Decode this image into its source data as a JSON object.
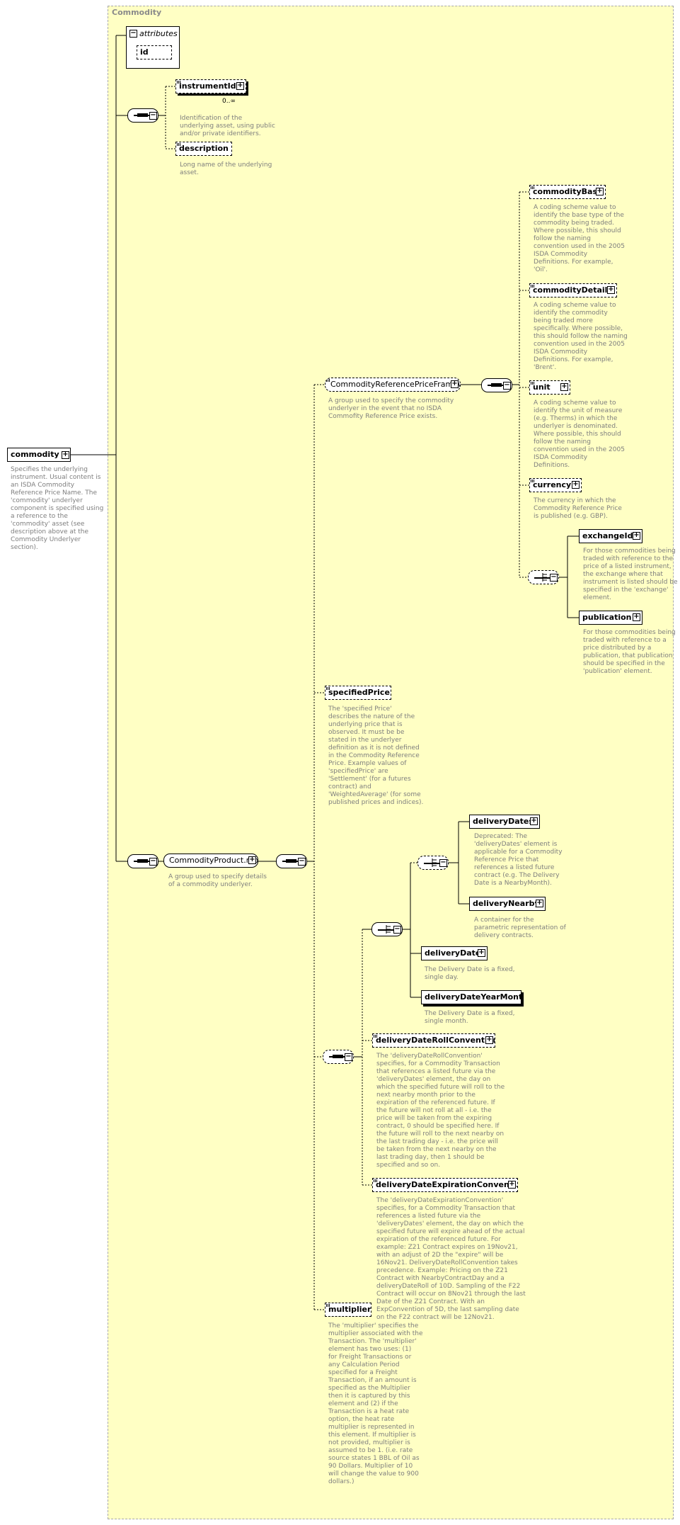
{
  "diagram": {
    "title": "Commodity",
    "attributes_header": "attributes",
    "attribute_id": "id",
    "root": {
      "name": "commodity",
      "desc": [
        "Specifies the underlying",
        "instrument. Usual content is",
        "an ISDA Commodity",
        "Reference Price Name. The",
        "'commodity' underlyer",
        "component is specified using",
        "a reference to the",
        "'commodity' asset (see",
        "description above at the",
        "Commodity Underlyer",
        "section)."
      ]
    },
    "instrumentId": {
      "name": "instrumentId",
      "multiplicity": "0..∞",
      "desc": [
        "Identification of the",
        "underlying asset, using public",
        "and/or private identifiers."
      ]
    },
    "description": {
      "name": "description",
      "desc": [
        "Long name of the underlying",
        "asset."
      ]
    },
    "framework_group": {
      "name": "CommodityReferencePriceFramewor...",
      "desc": [
        "A group used to specify the commodity",
        "underlyer in the event that no ISDA",
        "Commofity Reference Price exists."
      ]
    },
    "commodityBase": {
      "name": "commodityBase",
      "desc": [
        "A coding scheme value to",
        "identify the base type of the",
        "commodity being traded.",
        "Where possible, this should",
        "follow the naming",
        "convention used in the 2005",
        "ISDA Commodity",
        "Definitions. For example,",
        "'Oil'."
      ]
    },
    "commodityDetails": {
      "name": "commodityDetails",
      "desc": [
        "A coding scheme value to",
        "identify the commodity",
        "being traded more",
        "specifically. Where possible,",
        "this should follow the naming",
        "convention used in the 2005",
        "ISDA Commodity",
        "Definitions. For example,",
        "'Brent'."
      ]
    },
    "unit": {
      "name": "unit",
      "desc": [
        "A coding scheme value to",
        "identify the unit of measure",
        "(e.g. Therms) in which the",
        "underlyer is denominated.",
        "Where possible, this should",
        "follow the naming",
        "convention used in the 2005",
        "ISDA Commodity",
        "Definitions."
      ]
    },
    "currency": {
      "name": "currency",
      "desc": [
        "The currency in which the",
        "Commodity Reference Price",
        "is published (e.g. GBP)."
      ]
    },
    "exchangeId": {
      "name": "exchangeId",
      "desc": [
        "For those commodities being",
        "traded with reference to the",
        "price of a listed instrument,",
        "the exchange where that",
        "instrument is listed should be",
        "specified in the 'exchange'",
        "element."
      ]
    },
    "publication": {
      "name": "publication",
      "desc": [
        "For those commodities being",
        "traded with reference to a",
        "price distributed by a",
        "publication, that publication",
        "should be specified in the",
        "'publication' element."
      ]
    },
    "specifiedPrice": {
      "name": "specifiedPrice",
      "desc": [
        "The 'specified Price'",
        "describes the nature of the",
        "underlying price that is",
        "observed. It must be be",
        "stated in the underlyer",
        "definition as it is not defined",
        "in the Commodity Reference",
        "Price. Example values of",
        "'specifiedPrice' are",
        "'Settlement' (for a futures",
        "contract) and",
        "'WeightedAverage' (for some",
        "published prices and indices)."
      ]
    },
    "product_group": {
      "name": "CommodityProduct.model",
      "desc": [
        "A group used to specify details",
        "of a commodity underlyer."
      ]
    },
    "deliveryDates": {
      "name": "deliveryDates",
      "desc": [
        "Deprecated: The",
        "'deliveryDates' element is",
        "applicable for a Commodity",
        "Reference Price that",
        "references a listed future",
        "contract (e.g. The Delivery",
        "Date is a NearbyMonth)."
      ]
    },
    "deliveryNearby": {
      "name": "deliveryNearby",
      "desc": [
        "A container for the",
        "parametric representation of",
        "delivery contracts."
      ]
    },
    "deliveryDate": {
      "name": "deliveryDate",
      "desc": [
        "The Delivery Date is a fixed,",
        "single day."
      ]
    },
    "deliveryDateYearMonth": {
      "name": "deliveryDateYearMonth",
      "desc": [
        "The Delivery Date is a fixed,",
        "single month."
      ]
    },
    "deliveryDateRollConvention": {
      "name": "deliveryDateRollConvention",
      "desc": [
        "The 'deliveryDateRollConvention'",
        "specifies, for a Commodity Transaction",
        "that references a listed future via the",
        "'deliveryDates' element, the day on",
        "which the specified future will roll to the",
        "next nearby month prior to the",
        "expiration of the referenced future. If",
        "the future will not roll at all - i.e. the",
        "price will be taken from the expiring",
        "contract, 0 should be specified here. If",
        "the future will roll to the next nearby on",
        "the last trading day - i.e. the price will",
        "be taken from the next nearby on the",
        "last trading day, then 1 should be",
        "specified and so on."
      ]
    },
    "deliveryDateExpirationConvention": {
      "name": "deliveryDateExpirationConventi...",
      "desc": [
        "The 'deliveryDateExpirationConvention'",
        "specifies, for a Commodity Transaction that",
        "references a listed future via the",
        "'deliveryDates' element, the day on which the",
        "specified future will expire ahead of the actual",
        "expiration of the referenced future. For",
        "example: Z21 Contract expires on 19Nov21,",
        "with an adjust of 2D the \"expire\" will be",
        "16Nov21. DeliveryDateRollConvention takes",
        "precedence. Example: Pricing on the Z21",
        "Contract with NearbyContractDay and a",
        "deliveryDateRoll of 10D. Sampling of the F22",
        "Contract will occur on 8Nov21 through the last",
        "Date of the Z21 Contract. With an",
        "ExpConvention of 5D, the last sampling date",
        "on the F22 contract will be 12Nov21."
      ]
    },
    "multiplier": {
      "name": "multiplier",
      "desc": [
        "The 'multiplier' specifies the",
        "multiplier associated with the",
        "Transaction. The 'multiplier'",
        "element has two uses: (1)",
        "for Freight Transactions or",
        "any Calculation Period",
        "specified for a Freight",
        "Transaction, if an amount is",
        "specified as the Multiplier",
        "then it is captured by this",
        "element and (2) if the",
        "Transaction is a heat rate",
        "option, the heat rate",
        "multiplier is represented in",
        "this element. If multiplier is",
        "not provided, multiplier is",
        "assumed to be 1. (i.e. rate",
        "source states 1 BBL of Oil as",
        "90 Dollars. Multiplier of 10",
        "will change the value to 900",
        "dollars.)"
      ]
    }
  }
}
